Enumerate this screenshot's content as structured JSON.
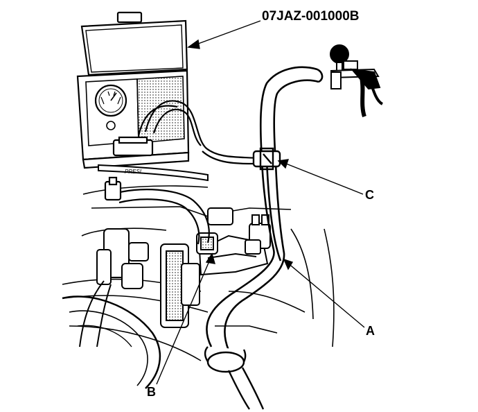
{
  "callouts": {
    "part_number": "07JAZ-001000B",
    "c": "C",
    "a": "A",
    "b": "B"
  },
  "case_label": "PRESI",
  "colors": {
    "ink": "#000000",
    "paper": "#ffffff",
    "shade": "#6b6b6b"
  }
}
